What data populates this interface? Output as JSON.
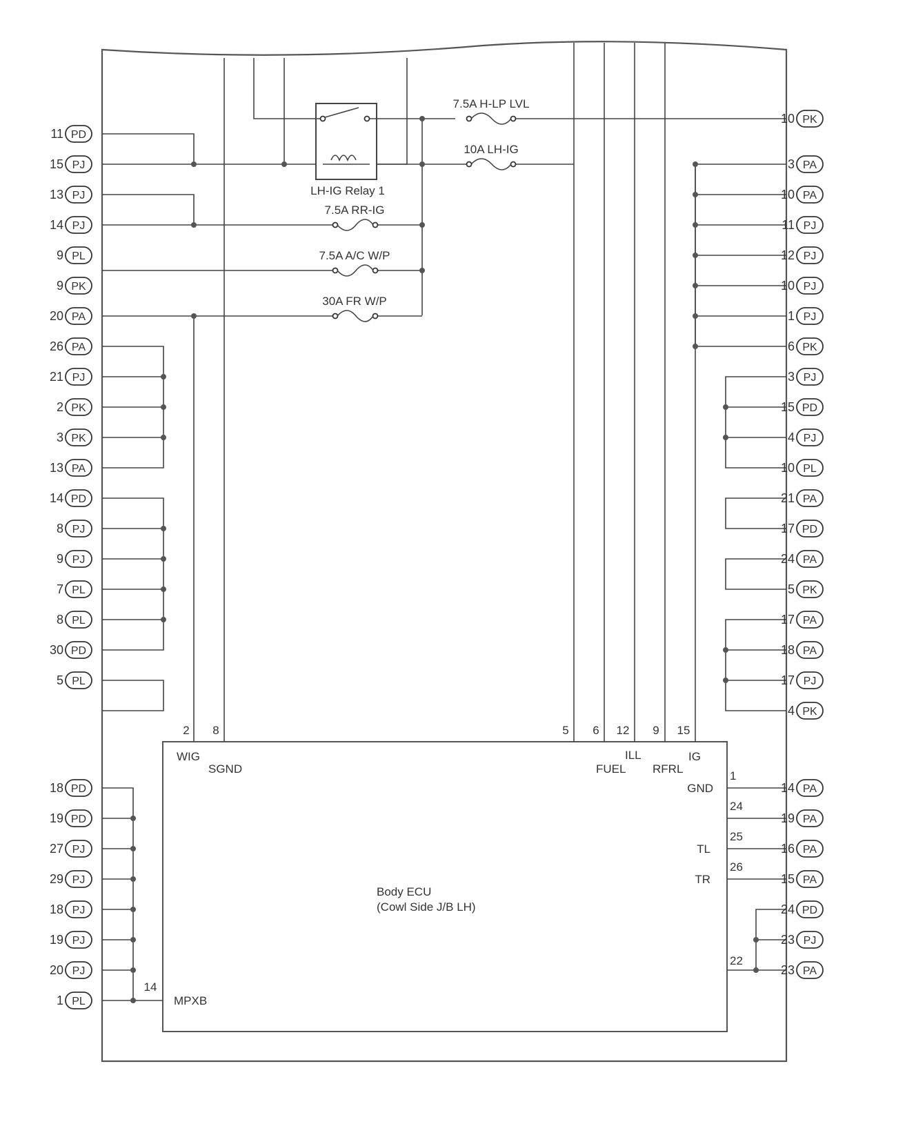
{
  "left_connectors": [
    {
      "num": "11",
      "code": "PD"
    },
    {
      "num": "15",
      "code": "PJ"
    },
    {
      "num": "13",
      "code": "PJ"
    },
    {
      "num": "14",
      "code": "PJ"
    },
    {
      "num": "9",
      "code": "PL"
    },
    {
      "num": "9",
      "code": "PK"
    },
    {
      "num": "20",
      "code": "PA"
    },
    {
      "num": "26",
      "code": "PA"
    },
    {
      "num": "21",
      "code": "PJ"
    },
    {
      "num": "2",
      "code": "PK"
    },
    {
      "num": "3",
      "code": "PK"
    },
    {
      "num": "13",
      "code": "PA"
    },
    {
      "num": "14",
      "code": "PD"
    },
    {
      "num": "8",
      "code": "PJ"
    },
    {
      "num": "9",
      "code": "PJ"
    },
    {
      "num": "7",
      "code": "PL"
    },
    {
      "num": "8",
      "code": "PL"
    },
    {
      "num": "30",
      "code": "PD"
    },
    {
      "num": "5",
      "code": "PL"
    },
    {
      "num": "18",
      "code": "PD"
    },
    {
      "num": "19",
      "code": "PD"
    },
    {
      "num": "27",
      "code": "PJ"
    },
    {
      "num": "29",
      "code": "PJ"
    },
    {
      "num": "18",
      "code": "PJ"
    },
    {
      "num": "19",
      "code": "PJ"
    },
    {
      "num": "20",
      "code": "PJ"
    },
    {
      "num": "1",
      "code": "PL"
    }
  ],
  "right_connectors": [
    {
      "num": "10",
      "code": "PK"
    },
    {
      "num": "3",
      "code": "PA"
    },
    {
      "num": "10",
      "code": "PA"
    },
    {
      "num": "11",
      "code": "PJ"
    },
    {
      "num": "12",
      "code": "PJ"
    },
    {
      "num": "10",
      "code": "PJ"
    },
    {
      "num": "1",
      "code": "PJ"
    },
    {
      "num": "6",
      "code": "PK"
    },
    {
      "num": "3",
      "code": "PJ"
    },
    {
      "num": "15",
      "code": "PD"
    },
    {
      "num": "4",
      "code": "PJ"
    },
    {
      "num": "10",
      "code": "PL"
    },
    {
      "num": "21",
      "code": "PA"
    },
    {
      "num": "17",
      "code": "PD"
    },
    {
      "num": "24",
      "code": "PA"
    },
    {
      "num": "5",
      "code": "PK"
    },
    {
      "num": "17",
      "code": "PA"
    },
    {
      "num": "18",
      "code": "PA"
    },
    {
      "num": "17",
      "code": "PJ"
    },
    {
      "num": "4",
      "code": "PK"
    },
    {
      "num": "14",
      "code": "PA"
    },
    {
      "num": "19",
      "code": "PA"
    },
    {
      "num": "16",
      "code": "PA"
    },
    {
      "num": "15",
      "code": "PA"
    },
    {
      "num": "24",
      "code": "PD"
    },
    {
      "num": "23",
      "code": "PJ"
    },
    {
      "num": "23",
      "code": "PA"
    }
  ],
  "fuses": {
    "hlp_lvl": "7.5A H-LP LVL",
    "lh_ig": "10A LH-IG",
    "rr_ig": "7.5A RR-IG",
    "ac_wp": "7.5A A/C W/P",
    "fr_wp": "30A FR W/P"
  },
  "relay_label": "LH-IG Relay 1",
  "ecu": {
    "name_line1": "Body ECU",
    "name_line2": "(Cowl Side J/B LH)",
    "pins": {
      "wig": "WIG",
      "sgnd": "SGND",
      "fuel": "FUEL",
      "ill": "ILL",
      "rfrl": "RFRL",
      "ig": "IG",
      "gnd": "GND",
      "tl": "TL",
      "tr": "TR",
      "mpxb": "MPXB"
    },
    "pin_numbers": {
      "p2": "2",
      "p8": "8",
      "p5": "5",
      "p6": "6",
      "p12": "12",
      "p9": "9",
      "p15": "15",
      "p1": "1",
      "p24": "24",
      "p25": "25",
      "p26": "26",
      "p22": "22",
      "p14": "14"
    }
  }
}
